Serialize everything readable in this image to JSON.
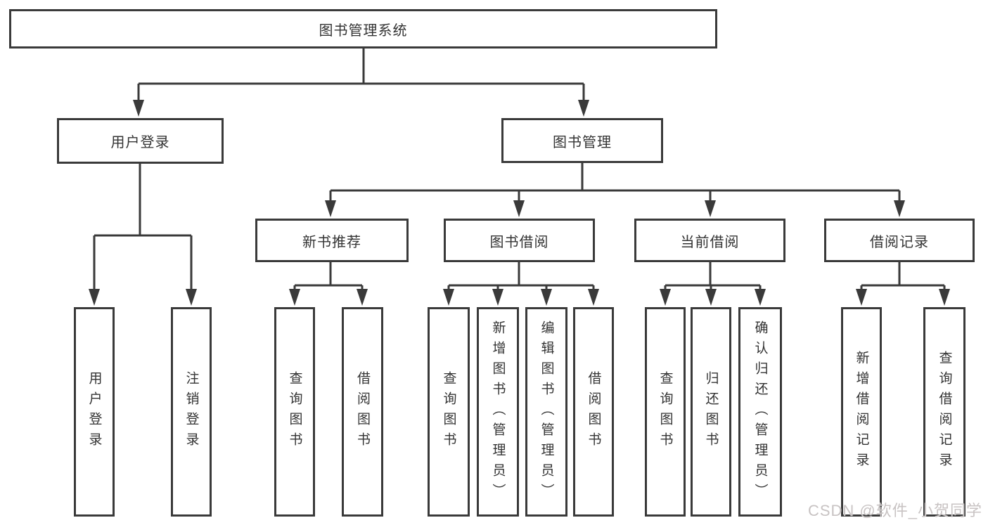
{
  "colors": {
    "line": "#3a3a3a",
    "text": "#333333",
    "background": "#ffffff",
    "watermark": "#c8c3c3"
  },
  "watermark": "CSDN @软件_小贺同学",
  "tree": {
    "root": "图书管理系统",
    "login": {
      "label": "用户登录",
      "children": [
        "用户登录",
        "注销登录"
      ]
    },
    "mgmt": {
      "label": "图书管理"
    },
    "groups": [
      {
        "label": "新书推荐",
        "children": [
          "查询图书",
          "借阅图书"
        ]
      },
      {
        "label": "图书借阅",
        "children": [
          "查询图书",
          "新增图书（管理员）",
          "编辑图书（管理员）",
          "借阅图书"
        ]
      },
      {
        "label": "当前借阅",
        "children": [
          "查询图书",
          "归还图书",
          "确认归还（管理员）"
        ]
      },
      {
        "label": "借阅记录",
        "children": [
          "新增借阅记录",
          "查询借阅记录"
        ]
      }
    ]
  }
}
